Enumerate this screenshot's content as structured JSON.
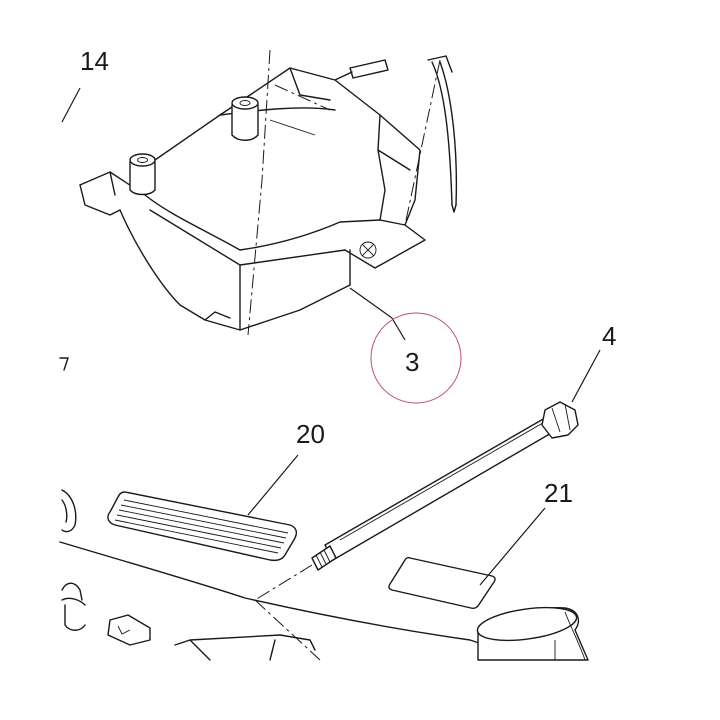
{
  "callouts": {
    "part_14": "14",
    "part_3": "3",
    "part_4": "4",
    "part_20": "20",
    "part_21": "21"
  },
  "highlight": {
    "target": "3",
    "color": "#c0506a"
  }
}
